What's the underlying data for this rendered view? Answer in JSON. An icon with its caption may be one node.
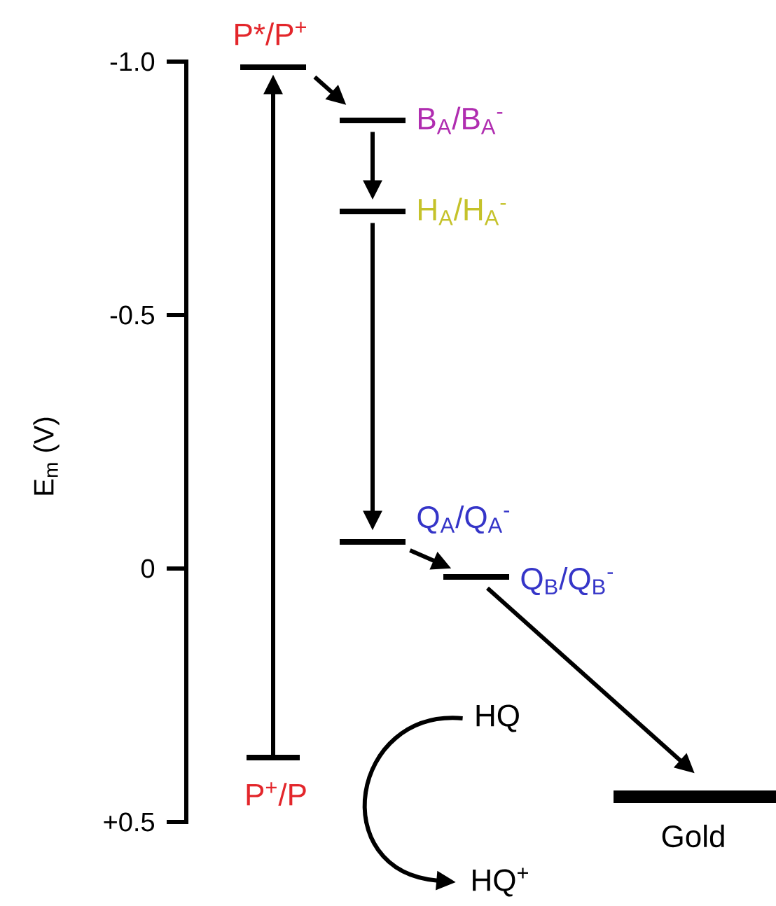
{
  "diagram": {
    "nodes": [
      {
        "text": [
          "P*/P$^{+}$"
        ]
      },
      {
        "text": [
          "B$_{A}$/B$_{A}$$^{-}$"
        ]
      },
      {
        "text": [
          "H$_{A}$/H$_{A}$$^{-}$"
        ]
      },
      {
        "text": [
          "Q$_{A}$/Q$_{A}$$^{-}$"
        ]
      },
      {
        "text": [
          "Q$_{B}$/Q$_{B}$$^{-}$"
        ]
      },
      {
        "text": [
          "HQ"
        ]
      },
      {
        "text": [
          "P$^{+}$/P"
        ]
      },
      {
        "text": [
          "Gold"
        ]
      },
      {
        "text": [
          "HQ$^{+}$"
        ]
      }
    ],
    "edges": [
      {
        "from": 6,
        "to": 0,
        "arrow": "to"
      },
      {
        "from": 0,
        "to": 1,
        "arrow": "to"
      },
      {
        "from": 1,
        "to": 2,
        "arrow": "to"
      },
      {
        "from": 2,
        "to": 3,
        "arrow": "to"
      },
      {
        "from": 3,
        "to": 4,
        "arrow": "to"
      },
      {
        "from": 4,
        "to": 7,
        "arrow": "to"
      },
      {
        "from": 5,
        "to": 8,
        "arrow": "to"
      }
    ],
    "labels": [
      "-1.0",
      "-0.5",
      "0",
      "+0.5",
      "E$_{m}$ (V)"
    ]
  }
}
